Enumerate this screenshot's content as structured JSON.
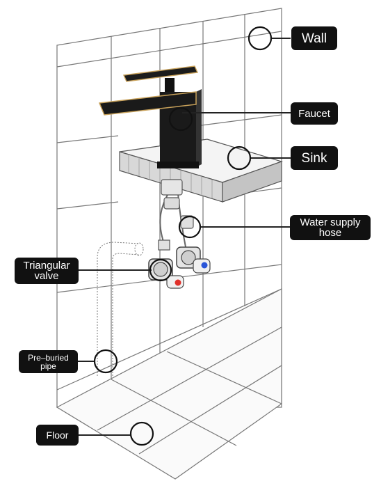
{
  "labels": {
    "wall": "Wall",
    "faucet": "Faucet",
    "sink": "Sink",
    "water_supply_hose": "Water supply\nhose",
    "triangular_valve": "Triangular\nvalve",
    "pre_buried_pipe": "Pre–buried\npipe",
    "floor": "Floor"
  },
  "colors": {
    "label_bg": "#111111",
    "label_text": "#ffffff",
    "line": "#222222",
    "faucet_body": "#1a1a1a",
    "faucet_trim": "#c9a25a",
    "hot_handle": "#e0302a",
    "cold_handle": "#2a55d8"
  },
  "icons": [
    "marker-circle",
    "hot-valve-handle",
    "cold-valve-handle"
  ]
}
